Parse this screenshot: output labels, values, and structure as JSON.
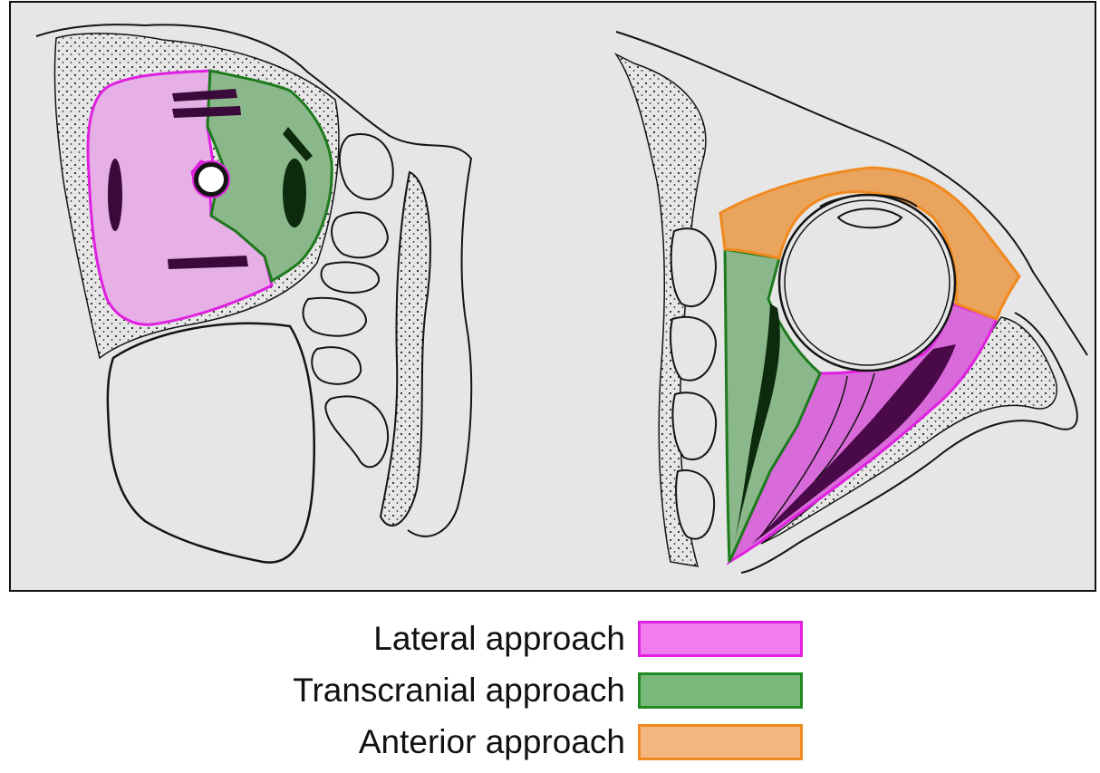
{
  "figure": {
    "panel_background": "#e6e6e6",
    "line_color": "#141414",
    "left_view": "coronal orbit section",
    "right_view": "axial orbit section"
  },
  "legend": [
    {
      "label": "Lateral approach",
      "fill": "#f07cf0",
      "border": "#e020e0"
    },
    {
      "label": "Transcranial approach",
      "fill": "#78b878",
      "border": "#1f8a1f"
    },
    {
      "label": "Anterior approach",
      "fill": "#f2b67e",
      "border": "#f08a1e"
    }
  ],
  "colors": {
    "lateral_fill": "#e6b0e6",
    "lateral_stroke": "#e020e0",
    "transcranial_fill": "#8bb88b",
    "transcranial_stroke": "#1d7a1d",
    "anterior_fill": "#e9a45e",
    "anterior_stroke": "#f08a1e",
    "muscle_dark_purple": "#4a0a4a",
    "muscle_dark_green": "#0d2a0d"
  }
}
